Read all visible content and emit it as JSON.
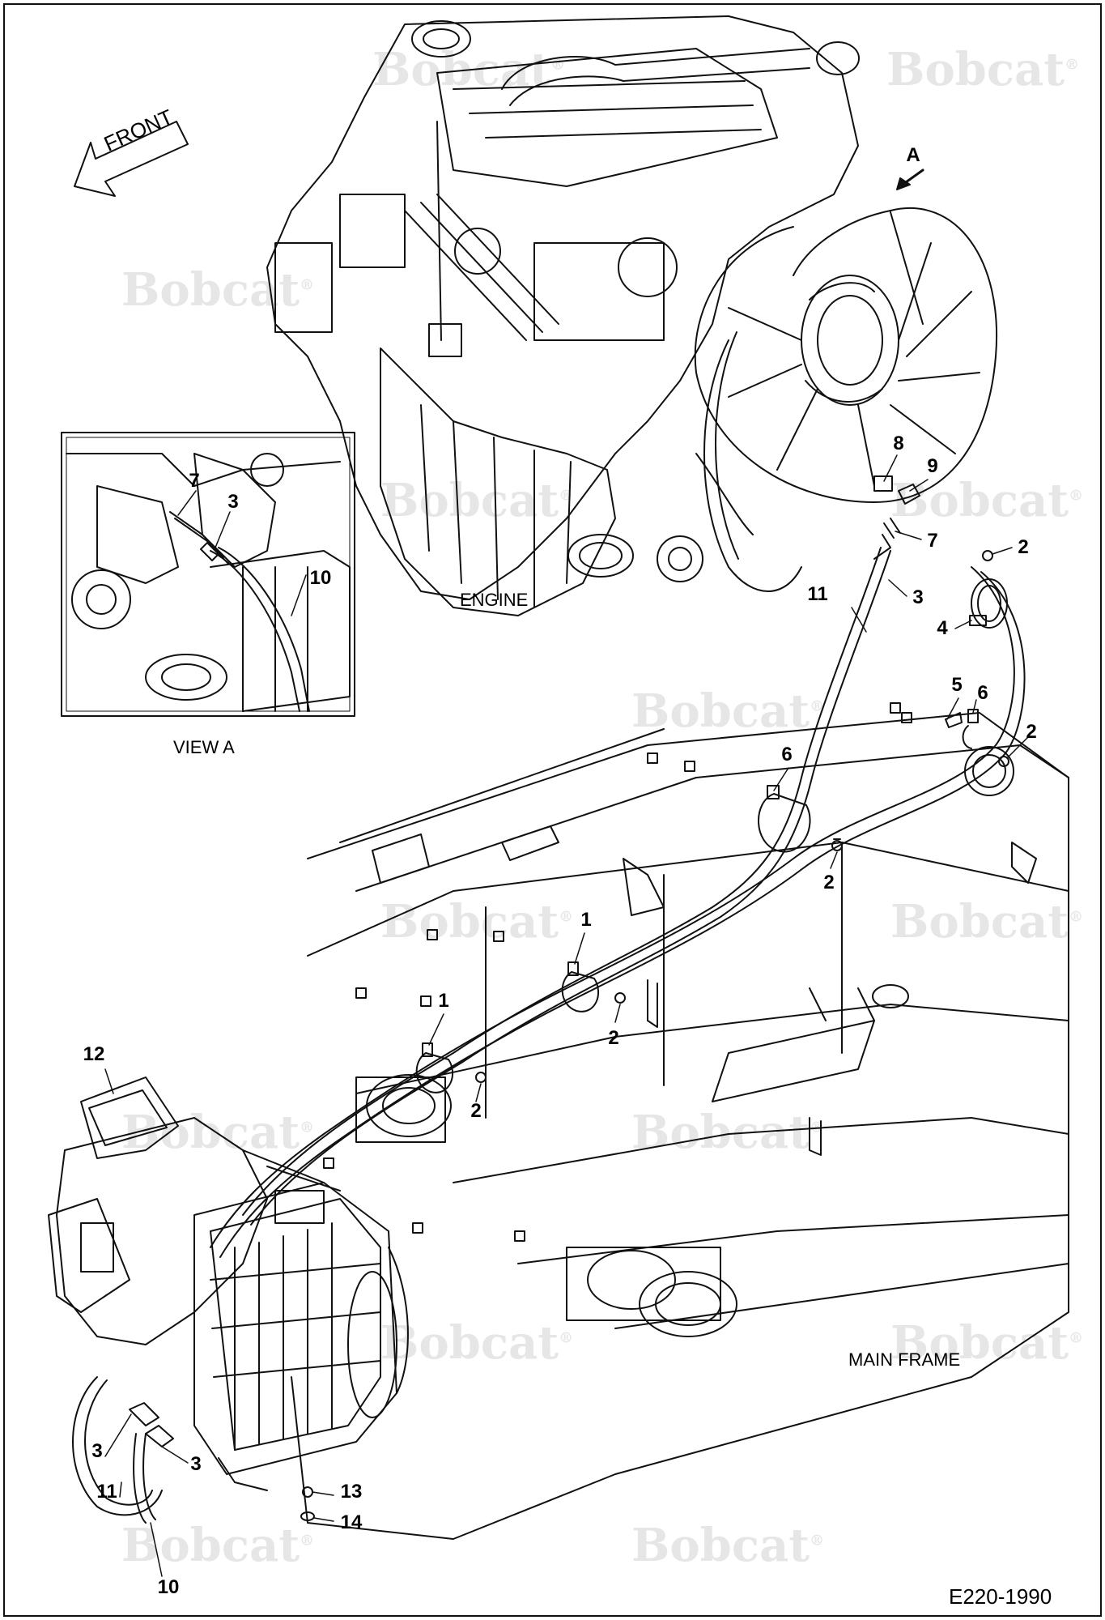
{
  "figure_code": "E220-1990",
  "captions": {
    "engine": "ENGINE",
    "main_frame": "MAIN FRAME",
    "view_a": "VIEW A",
    "front": "FRONT",
    "view_arrow": "A"
  },
  "watermark": {
    "text": "Bobcat",
    "mark": "®"
  },
  "callouts": {
    "c7_inset": "7",
    "c3_inset": "3",
    "c10_inset": "10",
    "c8": "8",
    "c9": "9",
    "c7": "7",
    "c2_top": "2",
    "c3_top": "3",
    "c11_top": "11",
    "c4": "4",
    "c5": "5",
    "c6_right": "6",
    "c2_right": "2",
    "c6_mid": "6",
    "c2_mid": "2",
    "c1_upper": "1",
    "c2_lower": "2",
    "c1_lower": "1",
    "c2_bottom": "2",
    "c12": "12",
    "c3_heater_left": "3",
    "c3_heater_right": "3",
    "c11_heater": "11",
    "c13": "13",
    "c14": "14",
    "c10_heater": "10"
  },
  "colors": {
    "line": "#111111",
    "watermark": "#e6e6e6",
    "background": "#ffffff"
  }
}
